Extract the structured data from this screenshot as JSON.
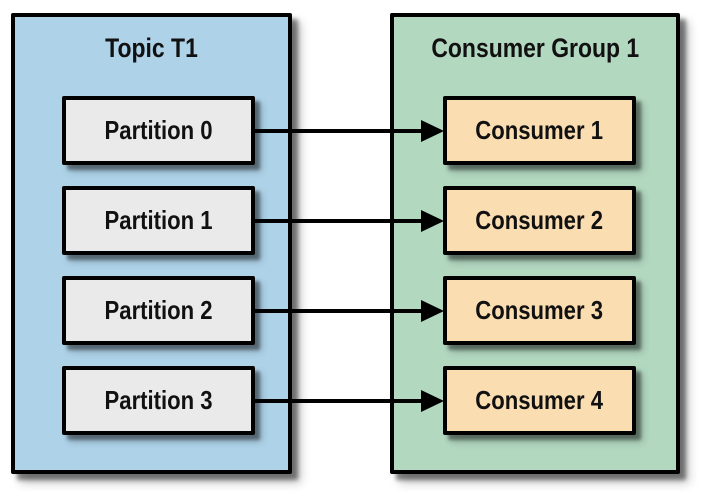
{
  "figure": {
    "type": "diagram",
    "description": "Four partitions of topic T1 each feeding one consumer in consumer group 1",
    "topic_container": {
      "title": "Topic T1",
      "partitions": [
        {
          "label": "Partition 0"
        },
        {
          "label": "Partition 1"
        },
        {
          "label": "Partition 2"
        },
        {
          "label": "Partition 3"
        }
      ]
    },
    "consumer_group_container": {
      "title": "Consumer Group 1",
      "consumers": [
        {
          "label": "Consumer 1"
        },
        {
          "label": "Consumer 2"
        },
        {
          "label": "Consumer 3"
        },
        {
          "label": "Consumer 4"
        }
      ]
    },
    "connections": [
      {
        "from": "Partition 0",
        "to": "Consumer 1"
      },
      {
        "from": "Partition 1",
        "to": "Consumer 2"
      },
      {
        "from": "Partition 2",
        "to": "Consumer 3"
      },
      {
        "from": "Partition 3",
        "to": "Consumer 4"
      }
    ],
    "colors": {
      "canvas_bg": "#ffffff",
      "topic_bg": "#aed3e9",
      "group_bg": "#b2d8c0",
      "partition_bg": "#eaeaea",
      "consumer_bg": "#fbddb2",
      "border": "#000000"
    }
  }
}
